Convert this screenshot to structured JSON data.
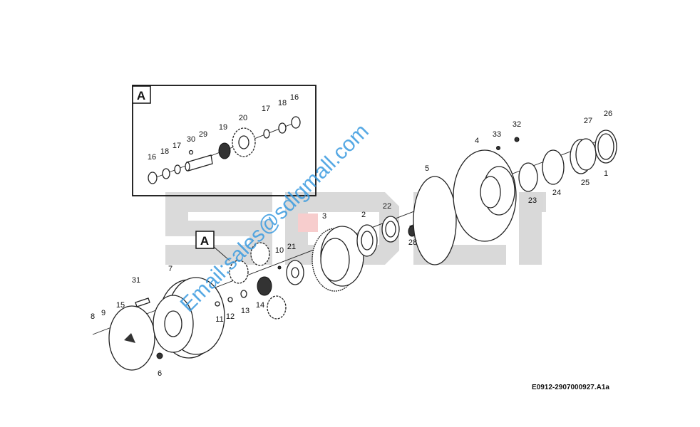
{
  "diagram": {
    "logo_watermark": "SDLG",
    "email_watermark": "Email:sales@sdlgmall.com",
    "caption": "E0912-2907000927.A1a",
    "detail_view": {
      "tag": "A",
      "labels": [
        "16",
        "18",
        "17",
        "30",
        "29",
        "19",
        "20",
        "17",
        "18",
        "16"
      ]
    },
    "callout_tag": "A",
    "labels": {
      "p1": "1",
      "p2": "2",
      "p3": "3",
      "p4": "4",
      "p5": "5",
      "p6": "6",
      "p7": "7",
      "p8": "8",
      "p9": "9",
      "p10": "10",
      "p11": "11",
      "p12": "12",
      "p13": "13",
      "p14": "14",
      "p15": "15",
      "p21": "21",
      "p22": "22",
      "p23": "23",
      "p24": "24",
      "p25": "25",
      "p26": "26",
      "p27": "27",
      "p28": "28",
      "p31": "31",
      "p32": "32",
      "p33": "33"
    }
  }
}
